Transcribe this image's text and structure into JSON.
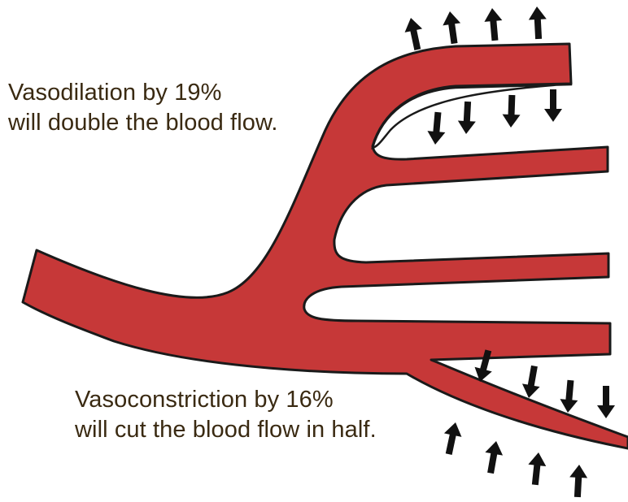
{
  "labels": {
    "vasodilation": {
      "line1": "Vasodilation by 19%",
      "line2": "will double the blood flow."
    },
    "vasoconstriction": {
      "line1": "Vasoconstriction by 16%",
      "line2": "will cut the blood flow in half."
    }
  },
  "colors": {
    "vessel_fill": "#c63838",
    "outline": "#1a1a1a",
    "arrow": "#111111",
    "text": "#3a2a12",
    "background": "#ffffff"
  },
  "icons": {
    "dilation_outward": "arrow-up-icon",
    "dilation_inward": "arrow-down-icon",
    "constriction_inward_top": "arrow-down-icon",
    "constriction_inward_bottom": "arrow-up-icon"
  }
}
